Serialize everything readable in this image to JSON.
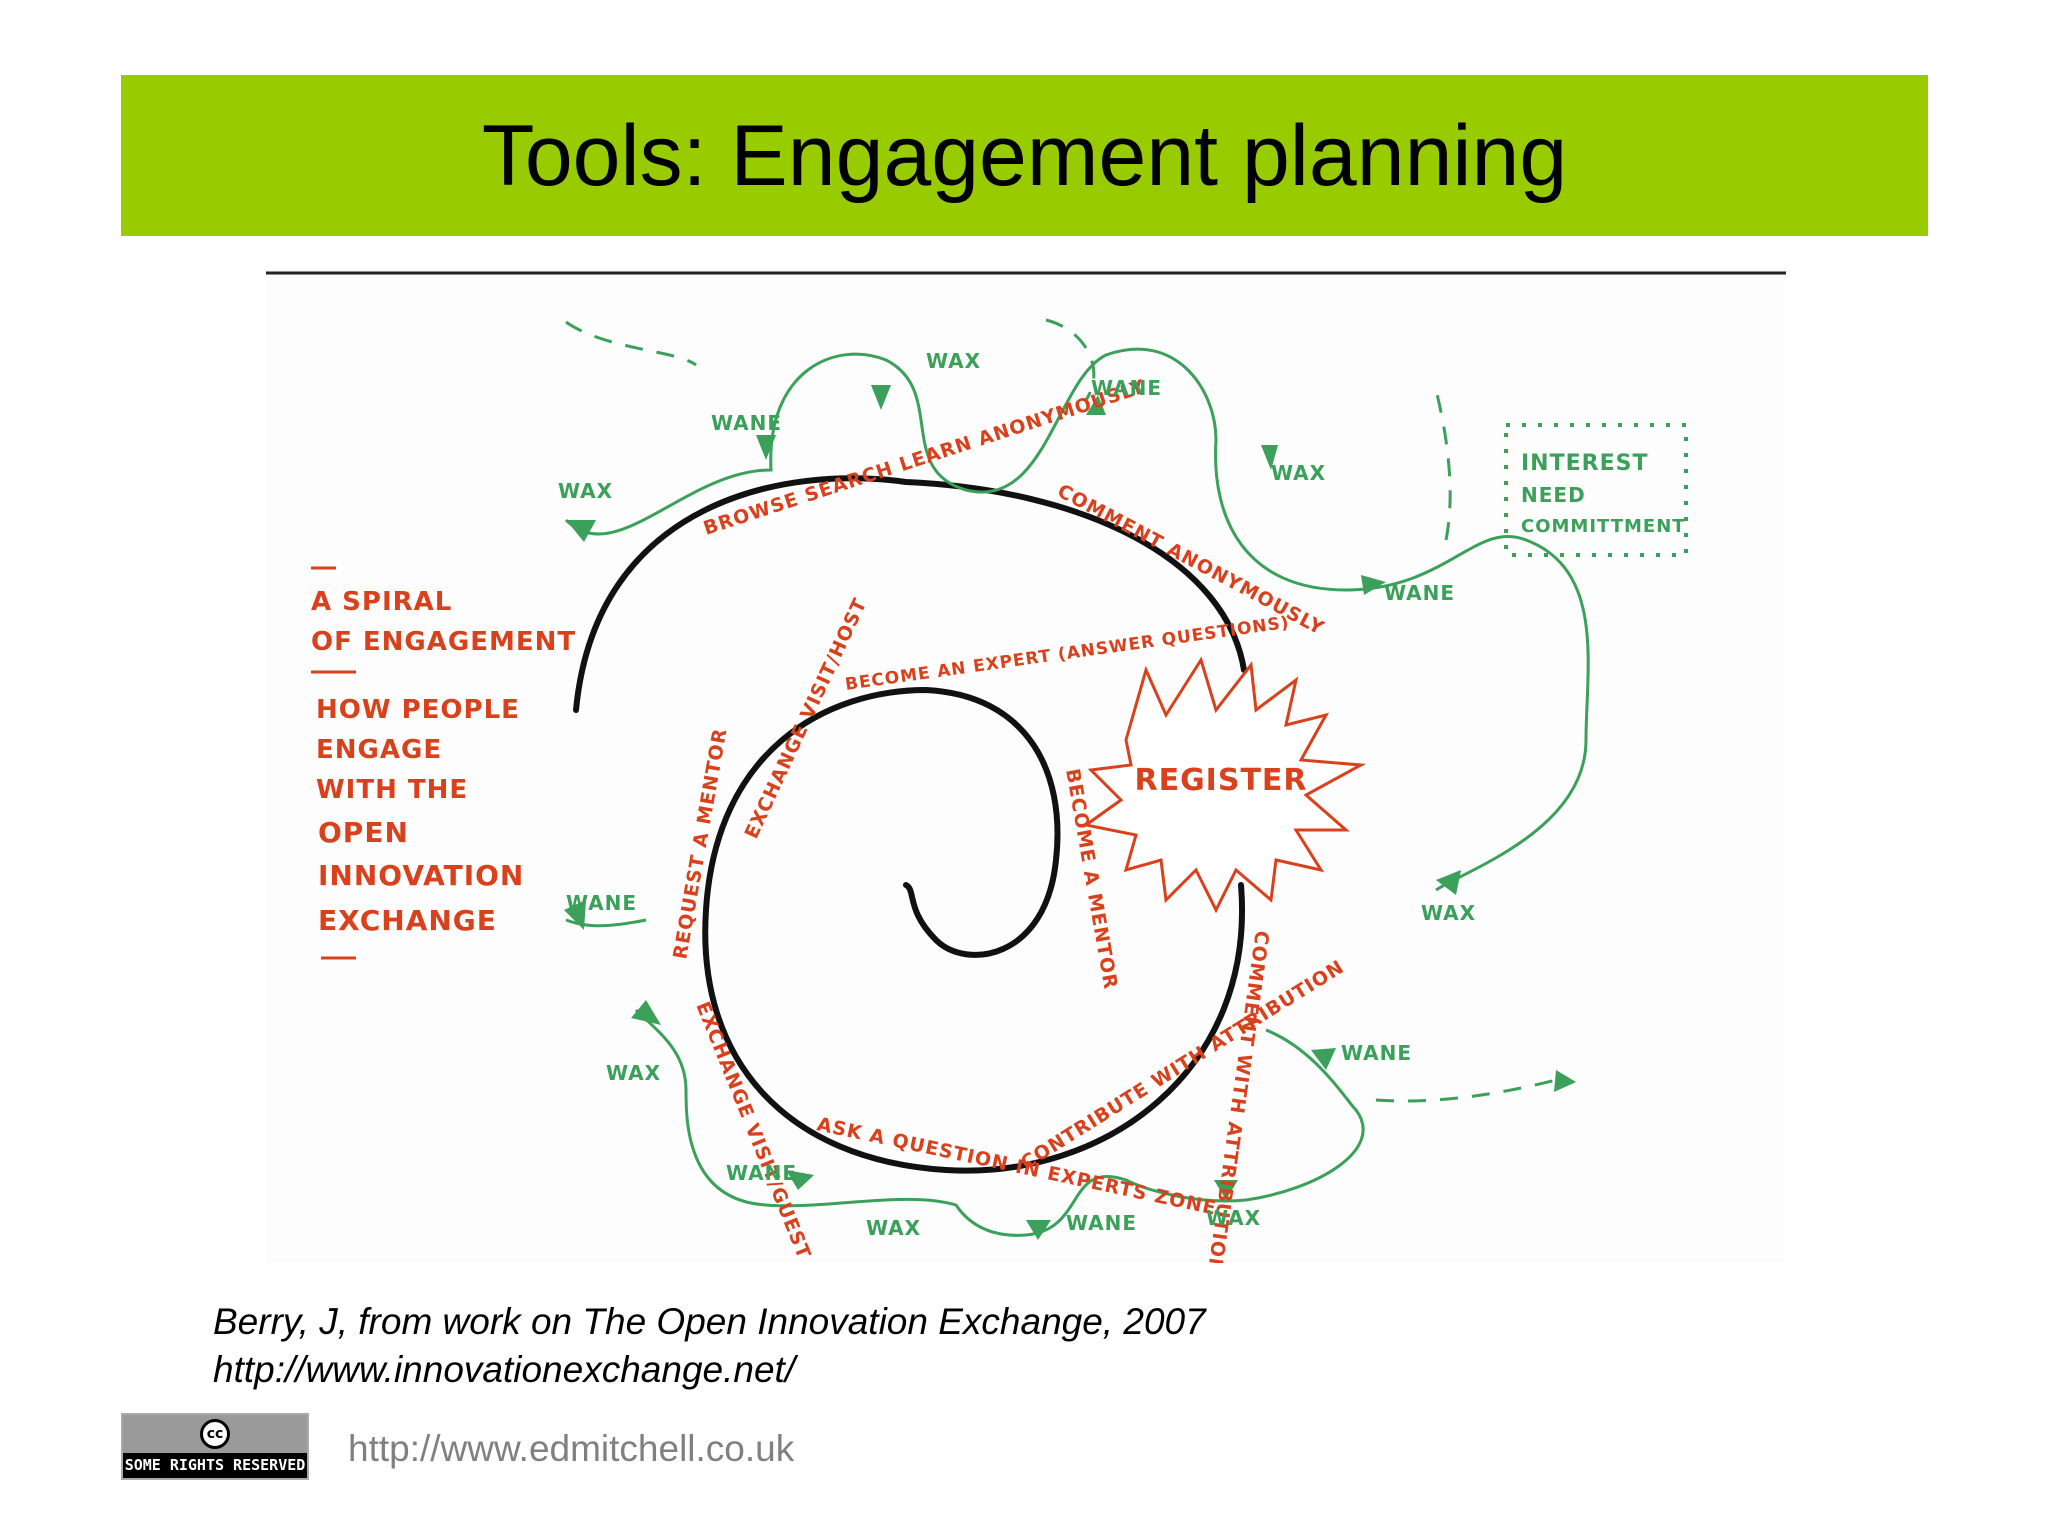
{
  "slide": {
    "title": "Tools: Engagement planning",
    "citation_line1": "Berry, J, from work on The Open Innovation Exchange, 2007",
    "citation_line2": "http://www.innovationexchange.net/",
    "footer_url": "http://www.edmitchell.co.uk",
    "cc_badge": {
      "symbol": "cc",
      "text": "SOME RIGHTS RESERVED"
    }
  },
  "diagram": {
    "caption_lines": [
      "A SPIRAL",
      "OF ENGAGEMENT",
      "HOW PEOPLE",
      "ENGAGE",
      "WITH THE",
      "OPEN",
      "INNOVATION",
      "EXCHANGE"
    ],
    "center_label": "REGISTER",
    "legend_lines": [
      "INTEREST",
      "NEED",
      "COMMITTMENT"
    ],
    "stages": [
      "BROWSE SEARCH LEARN ANONYMOUSLY",
      "COMMENT ANONYMOUSLY",
      "COMMENT WITH ATTRIBUTION",
      "CONTRIBUTE WITH ATTRIBUTION",
      "ASK A QUESTION IN EXPERTS ZONE",
      "EXCHANGE VISIT/GUEST",
      "REQUEST A MENTOR",
      "EXCHANGE VISIT/HOST",
      "BECOME AN EXPERT (ANSWER QUESTIONS)",
      "BECOME A MENTOR"
    ],
    "wave_labels": {
      "wax": "WAX",
      "wane": "WANE"
    }
  },
  "colors": {
    "title_bar": "#99cc00",
    "spiral": "#111111",
    "stage_text": "#d9401c",
    "waves": "#3aa05a",
    "legend": "#3aa05a"
  }
}
